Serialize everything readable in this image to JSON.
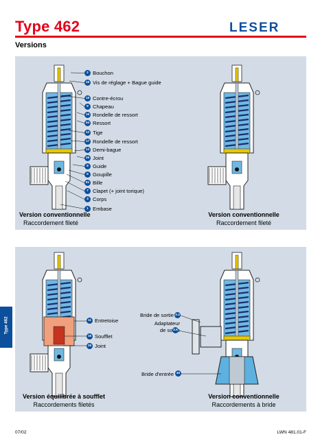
{
  "header": {
    "title": "Type 462",
    "logo": "LESER",
    "section": "Versions"
  },
  "side_tab": "Type 462",
  "parts": [
    {
      "num": "2",
      "label": "Bouchon"
    },
    {
      "num": "16",
      "label": "Vis de réglage + Bague guide"
    },
    {
      "num": "19",
      "label": "Contre-écrou"
    },
    {
      "num": "9",
      "label": "Chapeau"
    },
    {
      "num": "16",
      "label": "Rondelle de ressort"
    },
    {
      "num": "54",
      "label": "Ressort"
    },
    {
      "num": "12",
      "label": "Tige"
    },
    {
      "num": "17",
      "label": "Rondelle de ressort"
    },
    {
      "num": "14",
      "label": "Demi-bague"
    },
    {
      "num": "26",
      "label": "Joint"
    },
    {
      "num": "8",
      "label": "Guide"
    },
    {
      "num": "5",
      "label": "Goupille"
    },
    {
      "num": "61",
      "label": "Bille"
    },
    {
      "num": "7",
      "label": "Clapet (+ joint torique)"
    },
    {
      "num": "3",
      "label": "Corps"
    },
    {
      "num": "1",
      "label": "Embase"
    }
  ],
  "bellows_parts": [
    {
      "num": "11",
      "label": "Entretoise"
    },
    {
      "num": "15",
      "label": "Soufflet"
    },
    {
      "num": "26",
      "label": "Joint"
    }
  ],
  "flange_parts": {
    "outlet_label": "Bride de sortie",
    "outlet_num": "3.4",
    "adapter_label": "Adaptateur de sortie",
    "adapter_num": "3.5",
    "inlet_label": "Bride d'entrée",
    "inlet_num": "40"
  },
  "captions": [
    {
      "title": "Version conventionnelle",
      "sub": "Raccordement fileté"
    },
    {
      "title": "Version conventionnelle",
      "sub": "Raccordement fileté"
    },
    {
      "title": "Version équilibrée à soufflet",
      "sub": "Raccordements filetés"
    },
    {
      "title": "Version conventionnelle",
      "sub": "Raccordements à bride"
    }
  ],
  "footer": {
    "left": "07/02",
    "right": "LWN 481.01-F"
  },
  "colors": {
    "brand_red": "#e3001b",
    "brand_blue": "#0c4f9c",
    "panel": "#d3dce6"
  }
}
